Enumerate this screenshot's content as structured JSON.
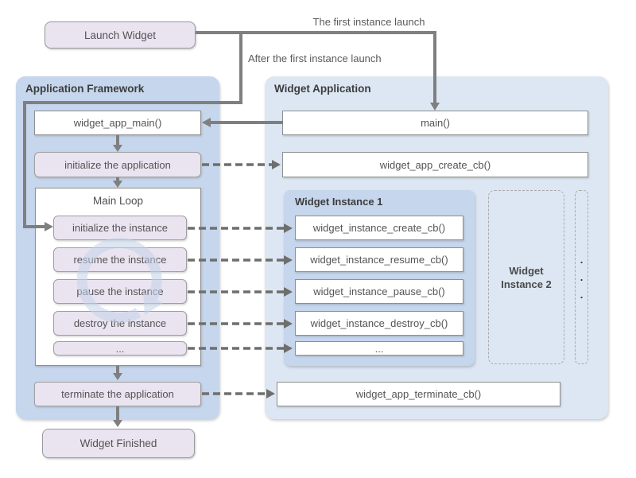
{
  "labels": {
    "first_instance": "The first instance launch",
    "after_first_instance": "After the first instance launch"
  },
  "nodes": {
    "launch_widget": "Launch Widget",
    "widget_finished": "Widget Finished"
  },
  "framework": {
    "title": "Application Framework",
    "widget_app_main": "widget_app_main()",
    "initialize_application": "initialize the application",
    "main_loop_title": "Main Loop",
    "steps": [
      "initialize the instance",
      "resume the instance",
      "pause the instance",
      "destroy the instance",
      "..."
    ],
    "terminate_application": "terminate the application"
  },
  "application": {
    "title": "Widget Application",
    "main": "main()",
    "create_cb": "widget_app_create_cb()",
    "instance1": {
      "title": "Widget Instance 1",
      "callbacks": [
        "widget_instance_create_cb()",
        "widget_instance_resume_cb()",
        "widget_instance_pause_cb()",
        "widget_instance_destroy_cb()",
        "..."
      ]
    },
    "instance2": {
      "line1": "Widget",
      "line2": "Instance 2"
    },
    "dots": [
      ".",
      ".",
      "."
    ],
    "terminate_cb": "widget_app_terminate_cb()"
  },
  "colors": {
    "panel_blue": "#c5d6ed",
    "panel_blue_light": "#dde7f3",
    "lavender": "#eae3f0",
    "line_gray": "#7f7f7f",
    "dash_gray": "#6e6e6e",
    "border_gray": "#8f8f8f",
    "text_dark": "#3d3d3d",
    "text_body": "#545454",
    "watermark_blue": "#c3d3ea"
  }
}
